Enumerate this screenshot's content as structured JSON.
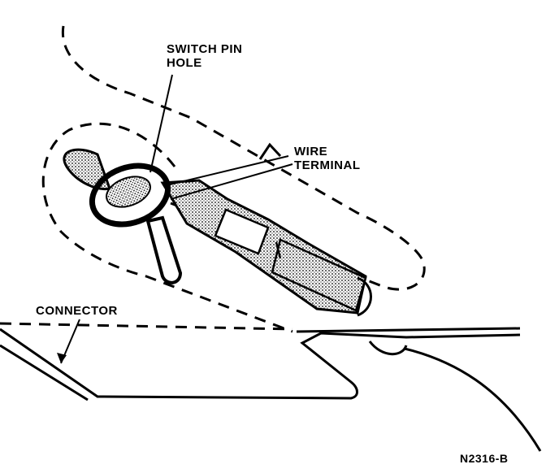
{
  "labels": {
    "switch_pin_hole_line1": "SWITCH PIN",
    "switch_pin_hole_line2": "HOLE",
    "wire_terminal_line1": "WIRE",
    "wire_terminal_line2": "TERMINAL",
    "connector": "CONNECTOR"
  },
  "figure_id": "N2316-B"
}
